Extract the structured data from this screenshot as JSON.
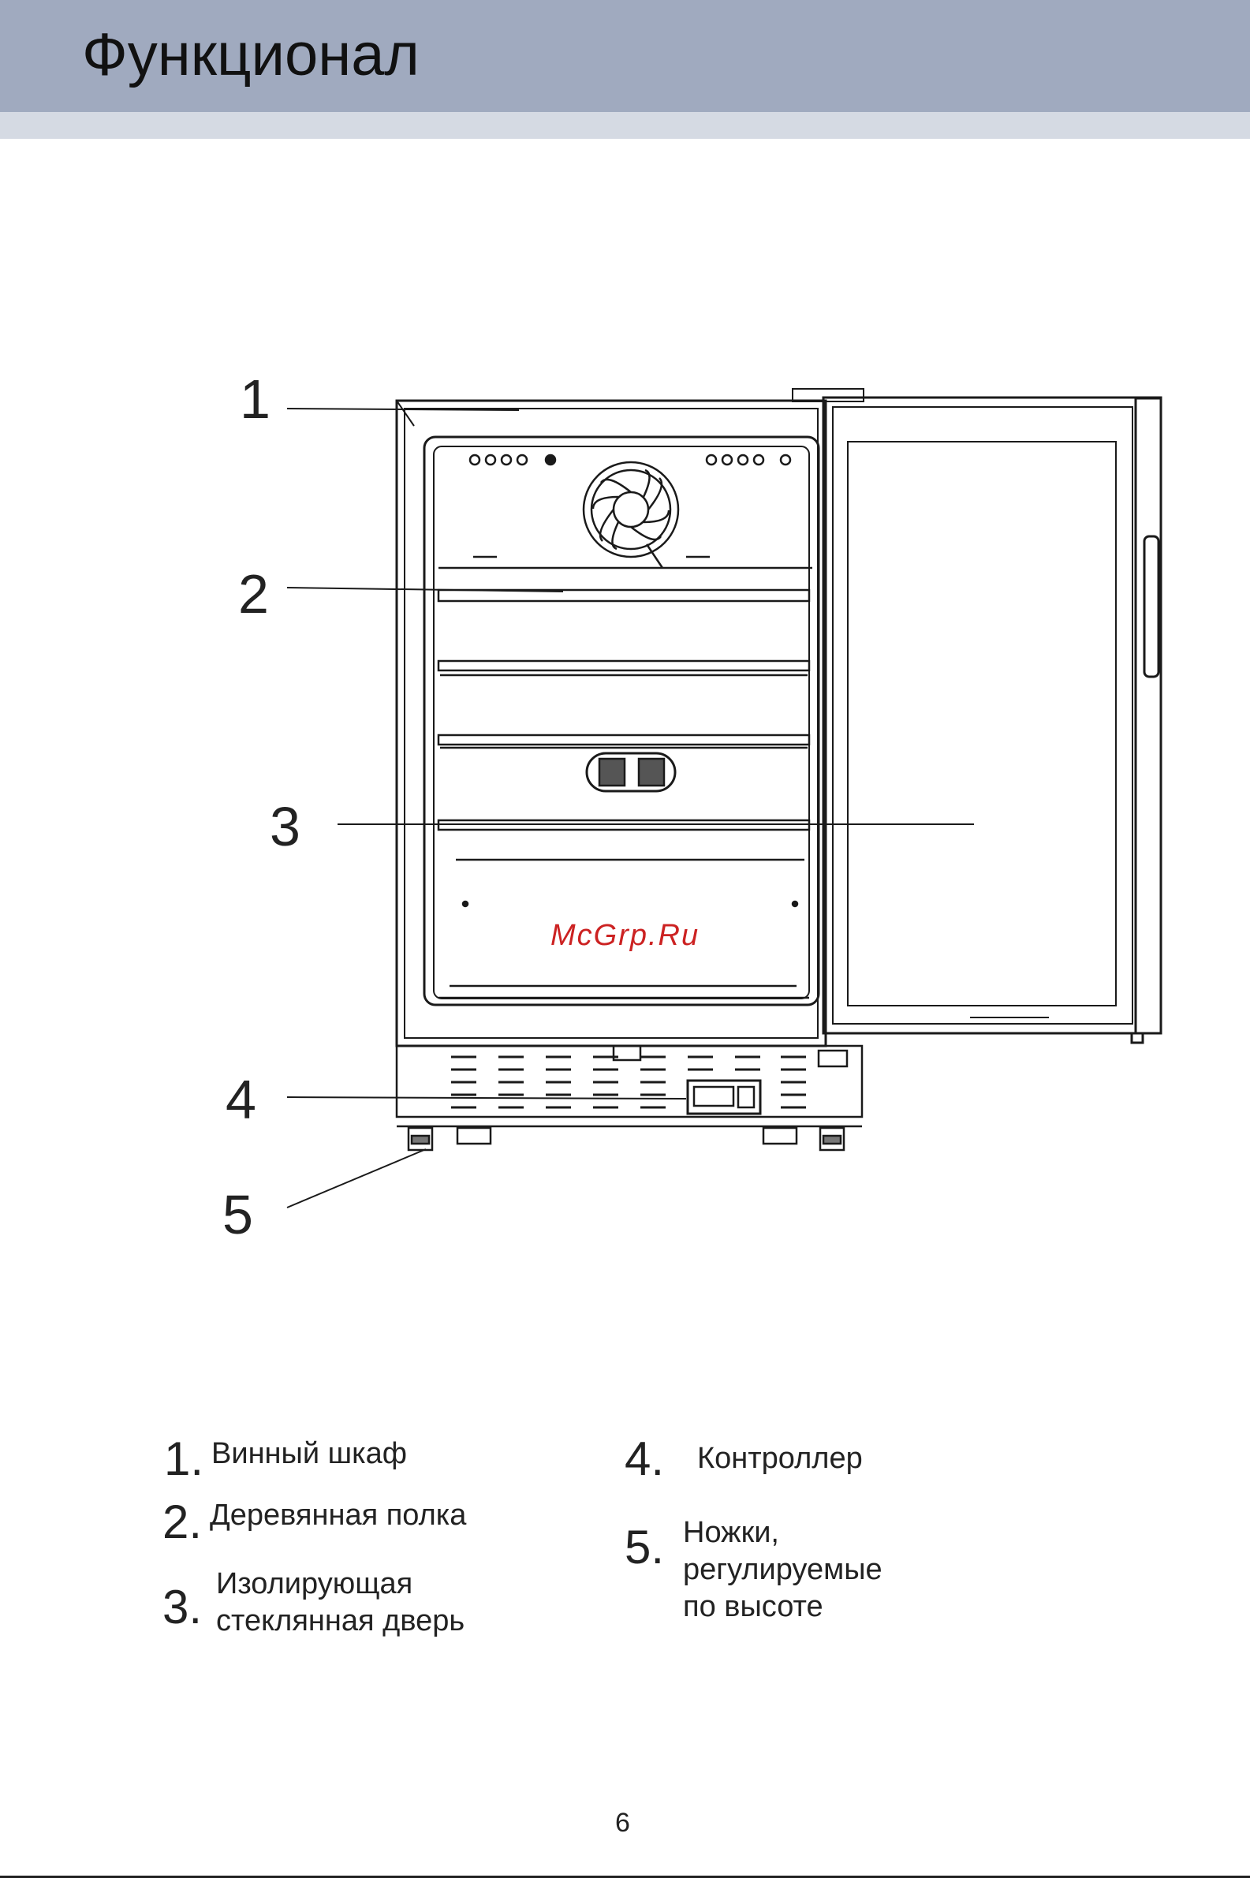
{
  "header": {
    "title": "Функционал"
  },
  "diagram": {
    "callouts": [
      "1",
      "2",
      "3",
      "4",
      "5"
    ],
    "watermark": "McGrp.Ru"
  },
  "legend": {
    "items": [
      {
        "num": "1.",
        "text": "Винный шкаф"
      },
      {
        "num": "2.",
        "text": "Деревянная полка"
      },
      {
        "num": "3.",
        "text": "Изолирующая\nстеклянная дверь"
      },
      {
        "num": "4.",
        "text": "Контроллер"
      },
      {
        "num": "5.",
        "text": "Ножки,\nрегулируемые\nпо высоте"
      }
    ]
  },
  "footer": {
    "page_number": "6"
  }
}
